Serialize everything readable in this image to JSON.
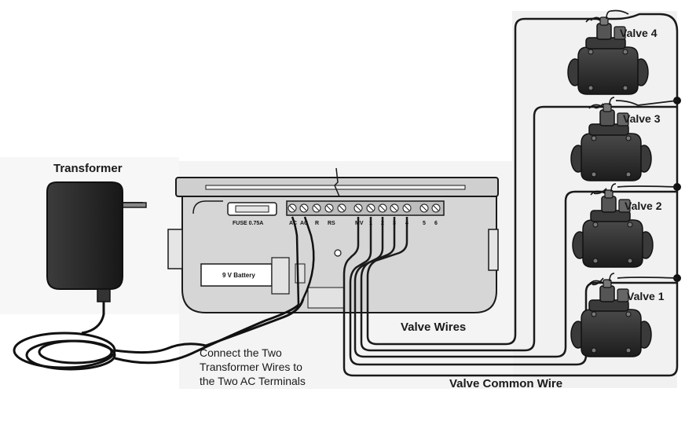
{
  "labels": {
    "transformer": "Transformer",
    "valve_4": "Valve 4",
    "valve_3": "Valve 3",
    "valve_2": "Valve 2",
    "valve_1": "Valve 1",
    "valve_wires": "Valve Wires",
    "valve_common_wire": "Valve Common Wire",
    "instruction_line1": "Connect the Two",
    "instruction_line2": "Transformer Wires to",
    "instruction_line3": "the Two AC Terminals"
  },
  "controller": {
    "fuse": "FUSE 0.75A",
    "battery": "9 V Battery",
    "terminals": {
      "ac1": "AC",
      "ac2": "AC",
      "r": "R",
      "rs": "RS",
      "mv": "MV",
      "t1": "1",
      "t2": "2",
      "t3": "3",
      "t4": "4",
      "t5": "5",
      "t6": "6"
    }
  },
  "colors": {
    "line": "#1a1a1a",
    "device_fill": "#2b2b2b",
    "controller_fill": "#d9d9d9",
    "panel_fill": "#efefef"
  }
}
